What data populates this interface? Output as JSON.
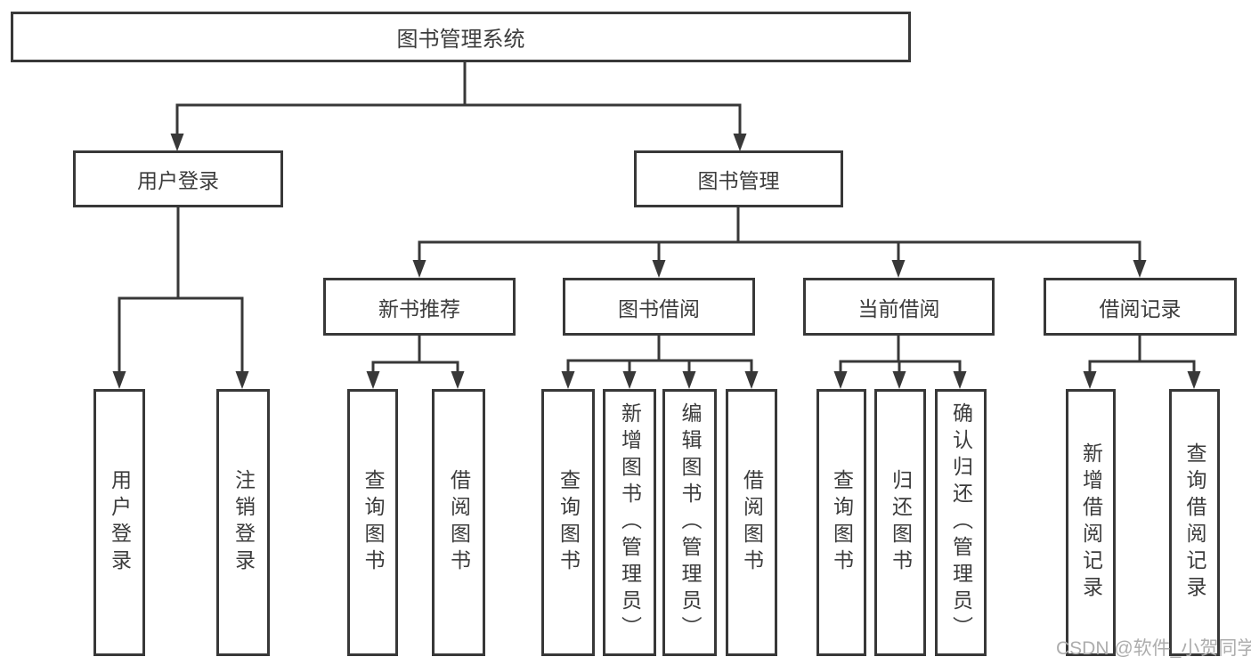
{
  "tree": {
    "root": "图书管理系统",
    "branches": [
      {
        "label": "用户登录",
        "children": [
          {
            "label": "用户登录"
          },
          {
            "label": "注销登录"
          }
        ]
      },
      {
        "label": "图书管理",
        "children": [
          {
            "label": "新书推荐",
            "children": [
              {
                "label": "查询图书"
              },
              {
                "label": "借阅图书"
              }
            ]
          },
          {
            "label": "图书借阅",
            "children": [
              {
                "label": "查询图书"
              },
              {
                "label": "新增图书（管理员）"
              },
              {
                "label": "编辑图书（管理员）"
              },
              {
                "label": "借阅图书"
              }
            ]
          },
          {
            "label": "当前借阅",
            "children": [
              {
                "label": "查询图书"
              },
              {
                "label": "归还图书"
              },
              {
                "label": "确认归还（管理员）"
              }
            ]
          },
          {
            "label": "借阅记录",
            "children": [
              {
                "label": "新增借阅记录"
              },
              {
                "label": "查询借阅记录"
              }
            ]
          }
        ]
      }
    ]
  },
  "watermark": {
    "text": "CSDN @软件_小贺同学"
  },
  "colors": {
    "line": "#383838",
    "box_border": "#383838",
    "text": "#3c3c3c",
    "watermark": "#adadad",
    "background": "#ffffff"
  }
}
